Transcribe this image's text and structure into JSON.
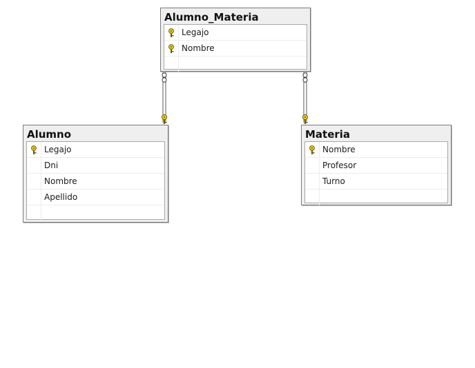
{
  "diagram": {
    "tables": [
      {
        "id": "alumno_materia",
        "name": "Alumno_Materia",
        "columns": [
          {
            "name": "Legajo",
            "primary_key": true
          },
          {
            "name": "Nombre",
            "primary_key": true
          }
        ]
      },
      {
        "id": "alumno",
        "name": "Alumno",
        "columns": [
          {
            "name": "Legajo",
            "primary_key": true
          },
          {
            "name": "Dni",
            "primary_key": false
          },
          {
            "name": "Nombre",
            "primary_key": false
          },
          {
            "name": "Apellido",
            "primary_key": false
          }
        ]
      },
      {
        "id": "materia",
        "name": "Materia",
        "columns": [
          {
            "name": "Nombre",
            "primary_key": true
          },
          {
            "name": "Profesor",
            "primary_key": false
          },
          {
            "name": "Turno",
            "primary_key": false
          }
        ]
      }
    ],
    "relationships": [
      {
        "from": "alumno_materia",
        "to": "alumno",
        "from_end": "many",
        "to_end": "one"
      },
      {
        "from": "alumno_materia",
        "to": "materia",
        "from_end": "many",
        "to_end": "one"
      }
    ],
    "colors": {
      "key_fill": "#f2d21b",
      "key_stroke": "#6b5a00",
      "connector": "#5a5a5a",
      "title_bar": "#efefef",
      "border": "#7a7a7a"
    }
  }
}
